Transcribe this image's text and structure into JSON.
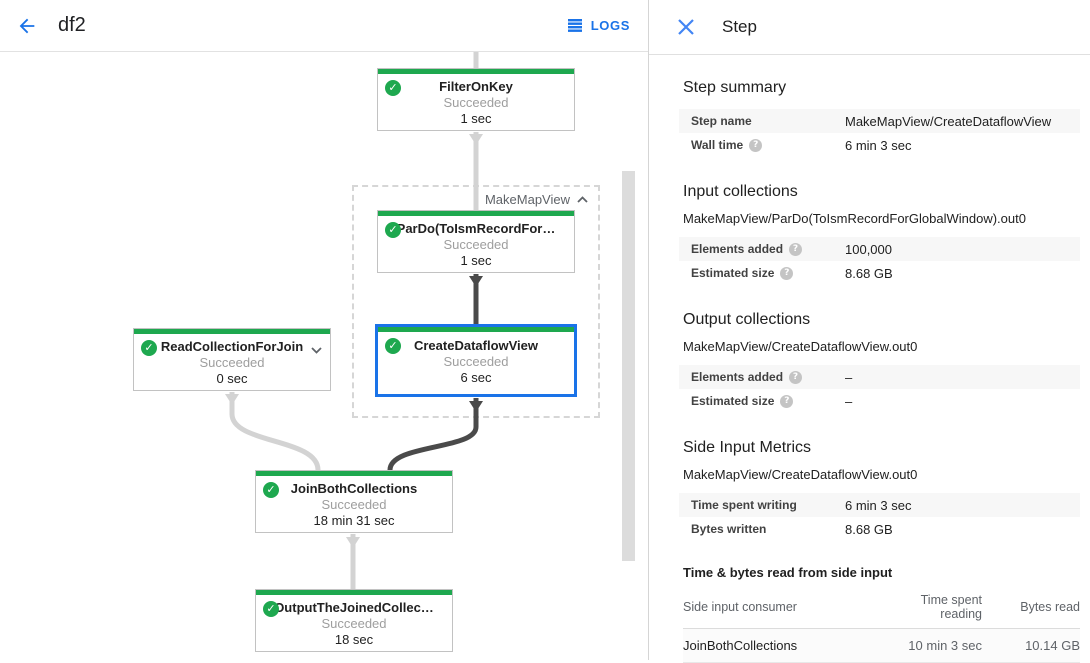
{
  "header": {
    "title": "df2",
    "logs_label": "LOGS"
  },
  "panel": {
    "title": "Step",
    "sections": [
      {
        "title": "Step summary",
        "rows": [
          {
            "label": "Step name",
            "value": "MakeMapView/CreateDataflowView"
          },
          {
            "label": "Wall time",
            "value": "6 min 3 sec"
          }
        ]
      },
      {
        "title": "Input collections",
        "subtitle": "MakeMapView/ParDo(ToIsmRecordForGlobalWindow).out0",
        "rows": [
          {
            "label": "Elements added",
            "value": "100,000"
          },
          {
            "label": "Estimated size",
            "value": "8.68 GB"
          }
        ]
      },
      {
        "title": "Output collections",
        "subtitle": "MakeMapView/CreateDataflowView.out0",
        "rows": [
          {
            "label": "Elements added",
            "value": "–"
          },
          {
            "label": "Estimated size",
            "value": "–"
          }
        ]
      },
      {
        "title": "Side Input Metrics",
        "subtitle": "MakeMapView/CreateDataflowView.out0",
        "rows": [
          {
            "label": "Time spent writing",
            "value": "6 min 3 sec"
          },
          {
            "label": "Bytes written",
            "value": "8.68 GB"
          }
        ]
      }
    ],
    "side_input_table": {
      "title": "Time & bytes read from side input",
      "columns": [
        "Side input consumer",
        "Time spent reading",
        "Bytes read"
      ],
      "rows": [
        [
          "JoinBothCollections",
          "10 min 3 sec",
          "10.14 GB"
        ]
      ]
    }
  },
  "graph": {
    "group_label": "MakeMapView",
    "nodes": [
      {
        "title": "FilterOnKey",
        "status": "Succeeded",
        "time": "1 sec"
      },
      {
        "title": "ParDo(ToIsmRecordFor…",
        "status": "Succeeded",
        "time": "1 sec"
      },
      {
        "title": "CreateDataflowView",
        "status": "Succeeded",
        "time": "6 sec"
      },
      {
        "title": "ReadCollectionForJoin",
        "status": "Succeeded",
        "time": "0 sec"
      },
      {
        "title": "JoinBothCollections",
        "status": "Succeeded",
        "time": "18 min 31 sec"
      },
      {
        "title": "OutputTheJoinedCollec…",
        "status": "Succeeded",
        "time": "18 sec"
      }
    ]
  },
  "icons": {
    "check_glyph": "✓",
    "help_glyph": "?"
  },
  "colors": {
    "accent_blue": "#1a73e8",
    "success_green": "#1ea84f"
  }
}
